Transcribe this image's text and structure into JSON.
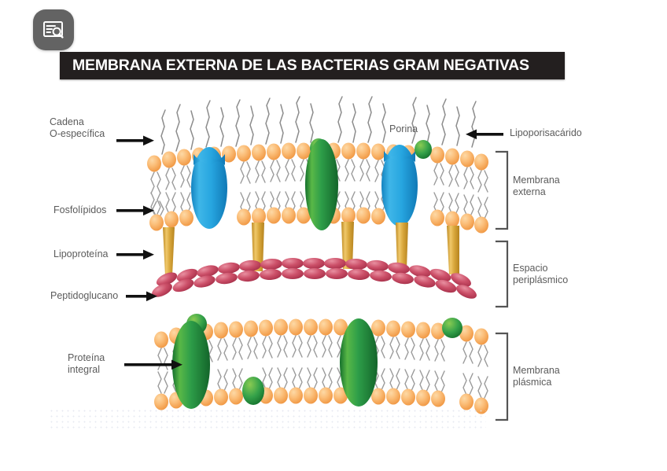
{
  "badge": {
    "icon": "document-search-icon",
    "color": "#636363"
  },
  "title": {
    "text": "MEMBRANA EXTERNA DE LAS BACTERIAS GRAM NEGATIVAS",
    "bar_color": "#231f1f",
    "text_color": "#ffffff"
  },
  "labels": {
    "left": [
      {
        "name": "cadena-o-especifica",
        "text": "Cadena\nO-específica"
      },
      {
        "name": "fosfolipidos",
        "text": "Fosfolípidos"
      },
      {
        "name": "lipoproteina",
        "text": "Lipoproteína"
      },
      {
        "name": "peptidoglucano",
        "text": "Peptidoglucano"
      },
      {
        "name": "proteina-integral",
        "text": "Proteína\nintegral"
      }
    ],
    "inner": [
      {
        "name": "porina",
        "text": "Porina"
      }
    ],
    "right": [
      {
        "name": "lipoporisacarido",
        "text": "Lipoporisacárido"
      },
      {
        "name": "membrana-externa",
        "text": "Membrana\nexterna"
      },
      {
        "name": "espacio-periplasmico",
        "text": "Espacio\nperiplásmico"
      },
      {
        "name": "membrana-plasmica",
        "text": "Membrana\nplásmica"
      }
    ]
  },
  "legend_colors": {
    "lipid_head": "#F9A857",
    "lipid_head_light": "#FBC77F",
    "lipid_tail": "#9a9a9a",
    "porin_blue": "#29ABE2",
    "porin_blue_dark": "#1184C4",
    "protein_green": "#2FA14B",
    "protein_green_dark": "#17762F",
    "protein_green_light": "#7BC756",
    "lipoprotein_gold": "#D9A93C",
    "peptidoglycan_red": "#C4415A",
    "peptidoglycan_red_light": "#DB6F82",
    "label_text": "#5b5b5b",
    "arrow": "#111111",
    "bracket": "#555555",
    "background": "#ffffff"
  },
  "structures": {
    "outer_membrane": {
      "name": "membrana-externa",
      "leaflets": [
        "lps-outer-leaflet",
        "phospholipid-inner-leaflet"
      ],
      "porins": 2,
      "integral_proteins": 1,
      "lps_blobs": 2
    },
    "periplasmic_space": {
      "name": "espacio-periplasmico",
      "lipoprotein_pillars": 5,
      "peptidoglycan_layer": "peptidoglucano"
    },
    "plasma_membrane": {
      "name": "membrana-plasmica",
      "leaflets": [
        "outer-leaflet",
        "inner-leaflet"
      ],
      "integral_proteins": 2,
      "peripheral_proteins": 3
    }
  }
}
